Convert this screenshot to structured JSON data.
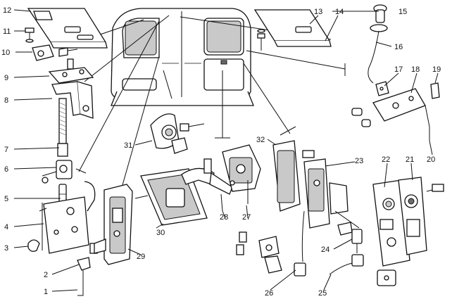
{
  "diagram": {
    "callouts": [
      {
        "id": "c1",
        "text": "1"
      },
      {
        "id": "c2",
        "text": "2"
      },
      {
        "id": "c3",
        "text": "3"
      },
      {
        "id": "c4",
        "text": "4"
      },
      {
        "id": "c5",
        "text": "5"
      },
      {
        "id": "c6",
        "text": "6"
      },
      {
        "id": "c7",
        "text": "7"
      },
      {
        "id": "c8",
        "text": "8"
      },
      {
        "id": "c9",
        "text": "9"
      },
      {
        "id": "c10",
        "text": "10"
      },
      {
        "id": "c11",
        "text": "11"
      },
      {
        "id": "c12",
        "text": "12"
      },
      {
        "id": "c13",
        "text": "13"
      },
      {
        "id": "c14",
        "text": "14"
      },
      {
        "id": "c15",
        "text": "15"
      },
      {
        "id": "c16",
        "text": "16"
      },
      {
        "id": "c17",
        "text": "17"
      },
      {
        "id": "c18",
        "text": "18"
      },
      {
        "id": "c19",
        "text": "19"
      },
      {
        "id": "c20",
        "text": "20"
      },
      {
        "id": "c21",
        "text": "21"
      },
      {
        "id": "c22",
        "text": "22"
      },
      {
        "id": "c23",
        "text": "23"
      },
      {
        "id": "c24",
        "text": "24"
      },
      {
        "id": "c25",
        "text": "25"
      },
      {
        "id": "c26",
        "text": "26"
      },
      {
        "id": "c27",
        "text": "27"
      },
      {
        "id": "c28",
        "text": "28"
      },
      {
        "id": "c29",
        "text": "29"
      },
      {
        "id": "c30",
        "text": "30"
      },
      {
        "id": "c31",
        "text": "31"
      },
      {
        "id": "c32",
        "text": "32"
      }
    ]
  }
}
